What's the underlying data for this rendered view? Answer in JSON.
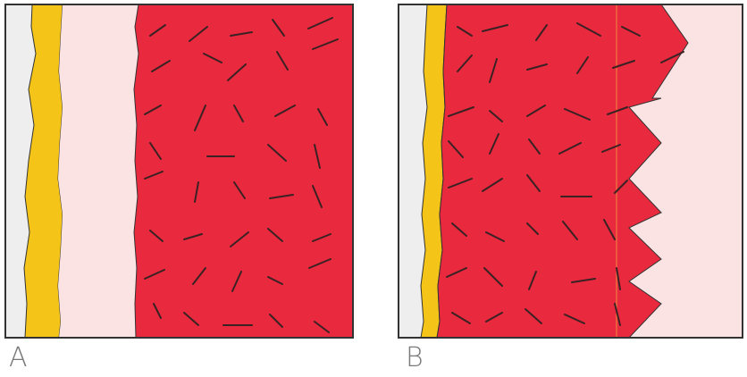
{
  "panels": [
    {
      "id": "a",
      "label": "A"
    },
    {
      "id": "b",
      "label": "B"
    }
  ],
  "colors": {
    "outer_layer": "#eeeeee",
    "yellow_layer": "#f5c419",
    "pink_layer": "#fbe3e3",
    "red_tissue": "#e8293e",
    "stroke": "#333333",
    "dash": "#3a2224"
  }
}
